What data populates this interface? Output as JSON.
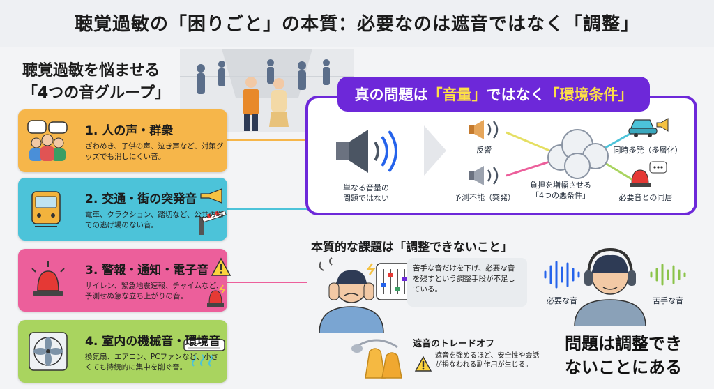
{
  "header": {
    "title": "聴覚過敏の「困りごと」の本質：必要なのは遮音ではなく「調整」"
  },
  "groups": {
    "heading_line1": "聴覚過敏を悩ませる",
    "heading_line2": "「4つの音グループ」",
    "items": [
      {
        "title": "1. 人の声・群衆",
        "desc": "ざわめき、子供の声、泣き声など、対策グッズでも消しにくい音。",
        "color": "#f6b64a"
      },
      {
        "title": "2. 交通・街の突発音",
        "desc": "電車、クラクション、踏切など、公共の場での逃げ場のない音。",
        "color": "#4cc3d9"
      },
      {
        "title": "3. 警報・通知・電子音",
        "desc": "サイレン、緊急地震速報、チャイムなど、予測せぬ急な立ち上がりの音。",
        "color": "#ec5f9b"
      },
      {
        "title": "4. 室内の機械音・環境音",
        "desc": "換気扇、エアコン、PCファンなど、小さくても持続的に集中を削ぐ音。",
        "color": "#a9d45f"
      }
    ]
  },
  "core": {
    "banner_pre": "真の問題は",
    "banner_hl1": "「音量」",
    "banner_mid": "ではなく",
    "banner_hl2": "「環境条件」",
    "not_volume_line1": "単なる音量の",
    "not_volume_line2": "問題ではない",
    "reverb": "反響",
    "unpredictable": "予測不能（突発）",
    "burden_line1": "負担を増幅させる",
    "burden_line2": "「4つの悪条件」",
    "simultaneous": "同時多発（多層化）",
    "coexist": "必要音との同居"
  },
  "essence": {
    "heading": "本質的な課題は「調整できないこと」",
    "note": "苦手な音だけを下げ、必要な音を残すという調整手段が不足している。",
    "needed_sound": "必要な音",
    "disliked_sound": "苦手な音",
    "tradeoff_title": "遮音のトレードオフ",
    "tradeoff_desc": "遮音を強めるほど、安全性や会話が損なわれる副作用が生じる。",
    "conclusion_line1": "問題は調整でき",
    "conclusion_line2": "ないことにある"
  },
  "colors": {
    "accent_purple": "#6d28d9",
    "highlight_yellow": "#fde047"
  }
}
